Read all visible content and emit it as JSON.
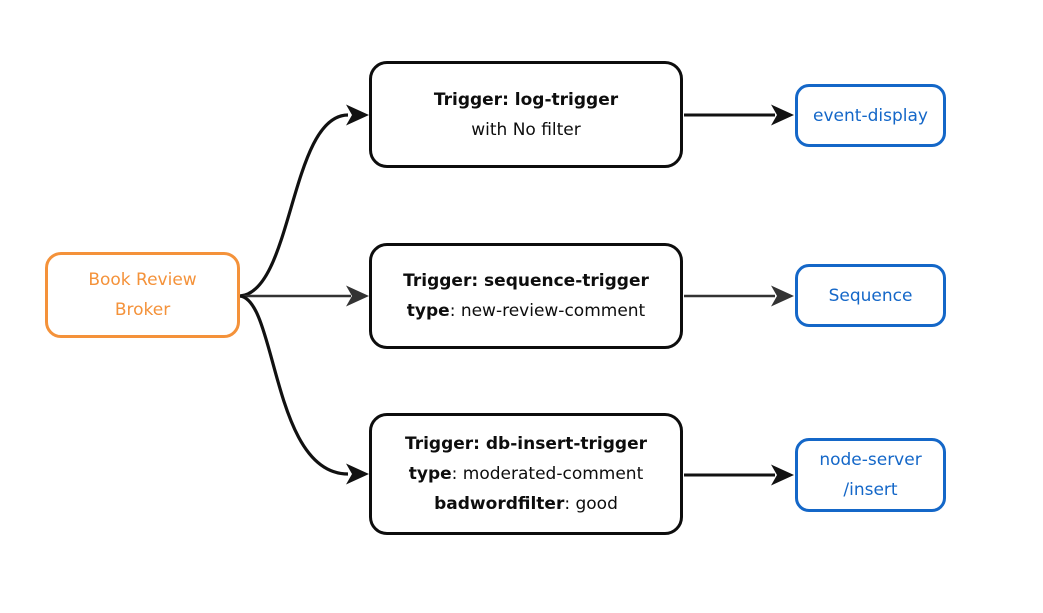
{
  "colors": {
    "background": "#ffffff",
    "broker": "#F4923A",
    "trigger": "#0d0d0d",
    "sink": "#1467C8",
    "edge_black": "#111111",
    "edge_gray": "#333333"
  },
  "broker": {
    "lines": [
      "Book Review",
      "Broker"
    ]
  },
  "triggers": [
    {
      "lines": [
        [
          {
            "text": "Trigger: log-trigger",
            "bold": true
          }
        ],
        [
          {
            "text": "with No filter",
            "bold": false
          }
        ]
      ]
    },
    {
      "lines": [
        [
          {
            "text": "Trigger: sequence-trigger",
            "bold": true
          }
        ],
        [
          {
            "text": "type",
            "bold": true
          },
          {
            "text": ": new-review-comment",
            "bold": false
          }
        ]
      ]
    },
    {
      "lines": [
        [
          {
            "text": "Trigger: db-insert-trigger",
            "bold": true
          }
        ],
        [
          {
            "text": "type",
            "bold": true
          },
          {
            "text": ": moderated-comment",
            "bold": false
          }
        ],
        [
          {
            "text": "badwordfilter",
            "bold": true
          },
          {
            "text": ": good",
            "bold": false
          }
        ]
      ]
    }
  ],
  "sinks": [
    {
      "lines": [
        "event-display"
      ]
    },
    {
      "lines": [
        "Sequence"
      ]
    },
    {
      "lines": [
        "node-server",
        "/insert"
      ]
    }
  ],
  "edges": [
    {
      "from": "Book Review Broker",
      "to": "Trigger: log-trigger"
    },
    {
      "from": "Book Review Broker",
      "to": "Trigger: sequence-trigger"
    },
    {
      "from": "Book Review Broker",
      "to": "Trigger: db-insert-trigger"
    },
    {
      "from": "Trigger: log-trigger",
      "to": "event-display"
    },
    {
      "from": "Trigger: sequence-trigger",
      "to": "Sequence"
    },
    {
      "from": "Trigger: db-insert-trigger",
      "to": "node-server /insert"
    }
  ]
}
